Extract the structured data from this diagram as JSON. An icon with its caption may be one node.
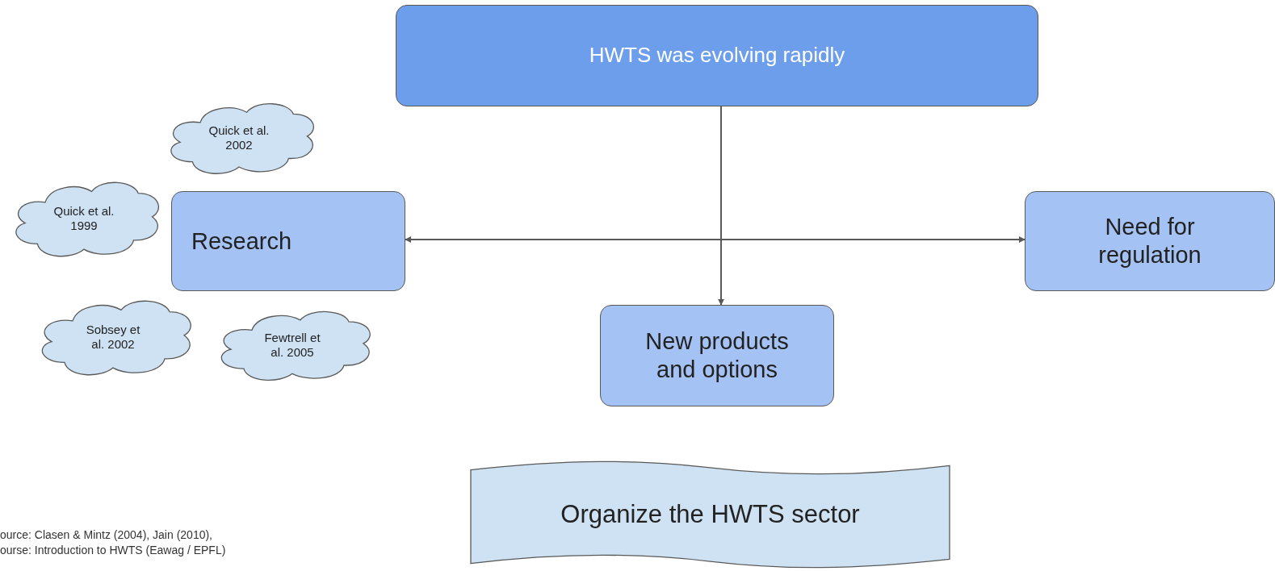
{
  "diagram": {
    "nodes": [
      {
        "text": [
          "HWTS was evolving rapidly"
        ]
      },
      {
        "text": [
          "Quick et al. 2002"
        ]
      },
      {
        "text": [
          "Quick et al. 1999"
        ]
      },
      {
        "text": [
          "Research"
        ]
      },
      {
        "text": [
          "Need for regulation"
        ]
      },
      {
        "text": [
          "Sobsey et al. 2002"
        ]
      },
      {
        "text": [
          "Fewtrell et al. 2005"
        ]
      },
      {
        "text": [
          "New products and options"
        ]
      },
      {
        "text": [
          "Organize the HWTS sector"
        ]
      }
    ],
    "edges": [
      {
        "from": 0,
        "to": 3,
        "arrow": "to"
      },
      {
        "from": 0,
        "to": 4,
        "arrow": "to"
      },
      {
        "from": 0,
        "to": 7,
        "arrow": "to"
      }
    ],
    "labels": [
      "ource: Clasen & Mintz (2004), Jain (2010),",
      "ourse: Introduction to HWTS (Eawag / EPFL)"
    ]
  }
}
